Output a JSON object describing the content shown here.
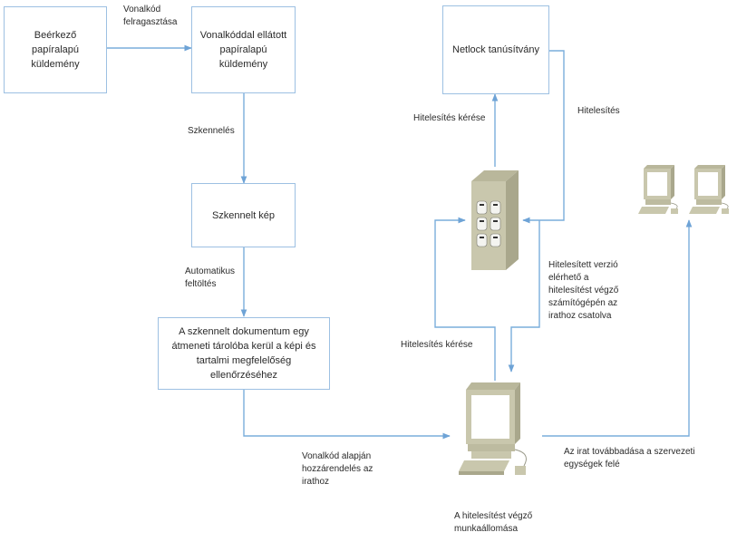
{
  "diagram": {
    "colors": {
      "connector": "#7aaddc",
      "box_border": "#9dc0e2",
      "device_body": "#c9c7ad",
      "device_shadow": "#a9a78c",
      "text": "#2a2a2a"
    },
    "nodes": {
      "incoming": "Beérkező papíralapú küldemény",
      "barcoded": "Vonalkóddal ellátott papíralapú küldemény",
      "scanned_image": "Szkennelt kép",
      "temp_storage": "A szkennelt dokumentum egy átmeneti tárolóba kerül a képi és tartalmi megfelelőség ellenőrzéséhez",
      "netlock": "Netlock tanúsítvány",
      "server": "server-icon",
      "workstation": "workstation-icon",
      "org_units": "workstation-pair-icon"
    },
    "edge_labels": {
      "barcode_attach": "Vonalkód\nfelragasztása",
      "scanning": "Szkennelés",
      "auto_upload": "Automatikus\nfeltöltés",
      "barcode_assign": "Vonalkód alapján\nhozzárendelés az\nirathoz",
      "auth_request_top": "Hitelesítés kérése",
      "authentication": "Hitelesítés",
      "auth_request_bottom": "Hitelesítés kérése",
      "authenticated_version": "Hitelesített verzió\nelérhető a\nhitelesítést végző\nszámítógépén az\nirathoz csatolva",
      "forwarding": "Az irat továbbadása a szervezeti\negységek felé",
      "workstation_caption": "A hitelesítést végző\nmunkaállomása"
    }
  }
}
